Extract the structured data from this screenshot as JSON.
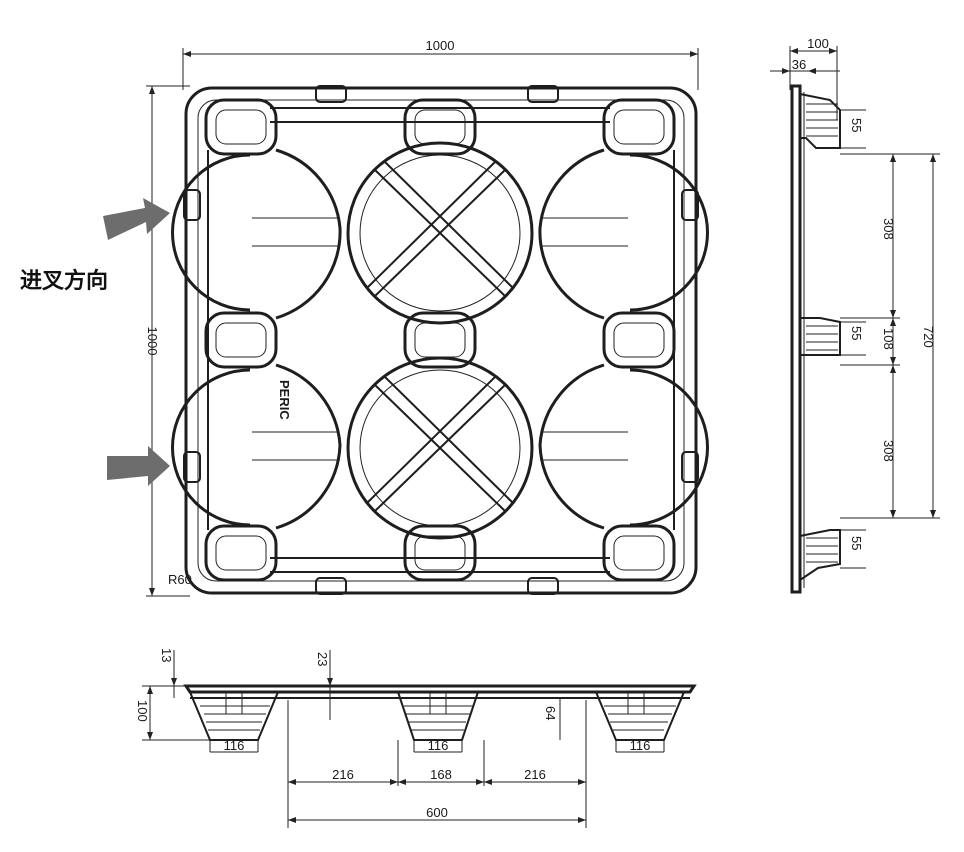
{
  "top_view": {
    "width_dim": "1000",
    "height_dim": "1000",
    "radius_label": "R60",
    "brand_text": "PERIC",
    "fork_direction_label": "进叉方向"
  },
  "side_view": {
    "total_dim": "100",
    "deck_dim": "36",
    "leg_dims": [
      "55",
      "55",
      "55"
    ],
    "span_dims": [
      "308",
      "108",
      "308"
    ],
    "overall_span": "720"
  },
  "front_view": {
    "top_dim": "13",
    "mid_dim": "23",
    "height_dim": "100",
    "inner_dim": "64",
    "foot_dims": [
      "116",
      "116",
      "116"
    ],
    "span_dims": [
      "216",
      "168",
      "216"
    ],
    "overall_span": "600"
  }
}
